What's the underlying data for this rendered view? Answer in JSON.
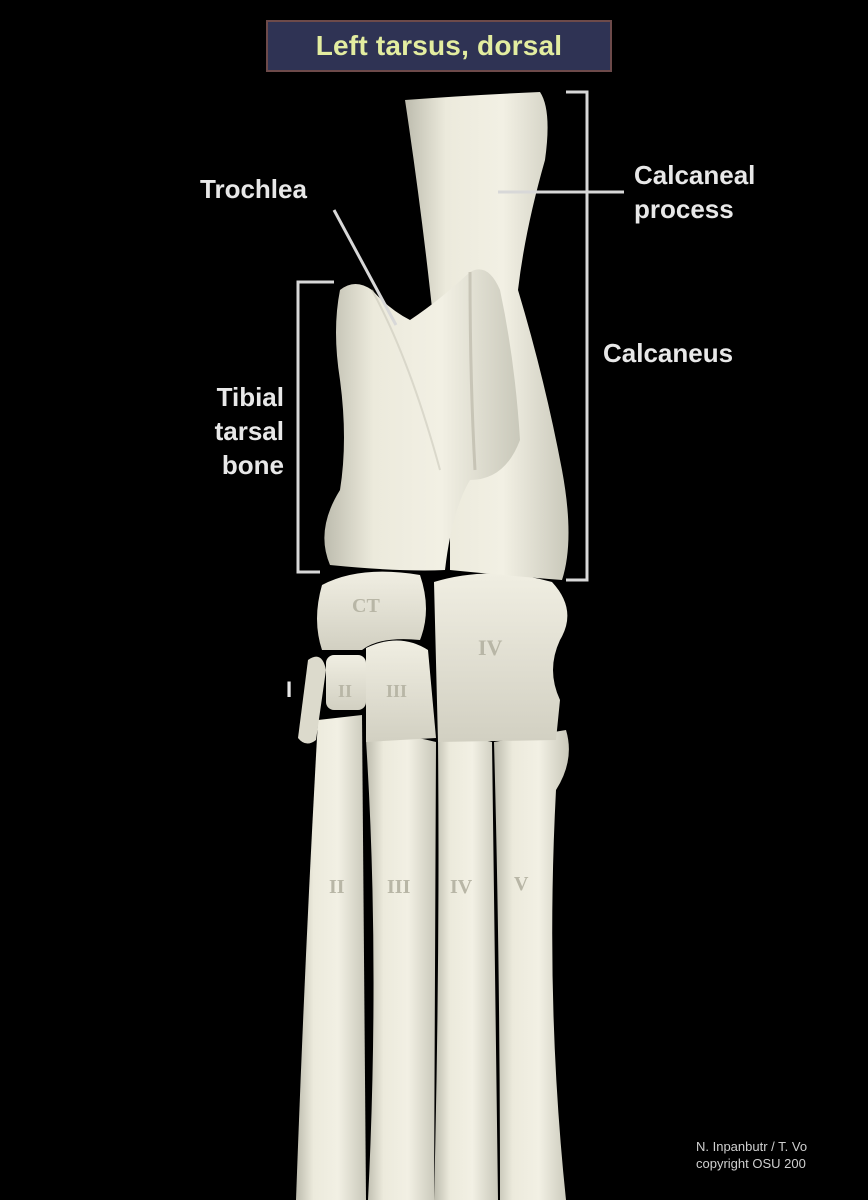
{
  "title": "Left tarsus, dorsal",
  "labels": {
    "trochlea": "Trochlea",
    "calcaneal_process_line1": "Calcaneal",
    "calcaneal_process_line2": "process",
    "calcaneus": "Calcaneus",
    "tibial_tarsal_line1": "Tibial",
    "tibial_tarsal_line2": "tarsal",
    "tibial_tarsal_line3": "bone"
  },
  "bone_markings": {
    "central_tarsal": "CT",
    "tarsal_I": "I",
    "tarsal_II": "II",
    "tarsal_III": "III",
    "tarsal_IV": "IV",
    "metatarsal_II": "II",
    "metatarsal_III": "III",
    "metatarsal_IV": "IV",
    "metatarsal_V": "V"
  },
  "credit": {
    "line1": "N. Inpanbutr / T. Vo",
    "line2": "copyright OSU 200"
  },
  "colors": {
    "background": "#000000",
    "title_bg": "#2f3354",
    "title_text": "#e3eda0",
    "bone": "#e9e8da",
    "label_text": "#e8e8e8"
  }
}
